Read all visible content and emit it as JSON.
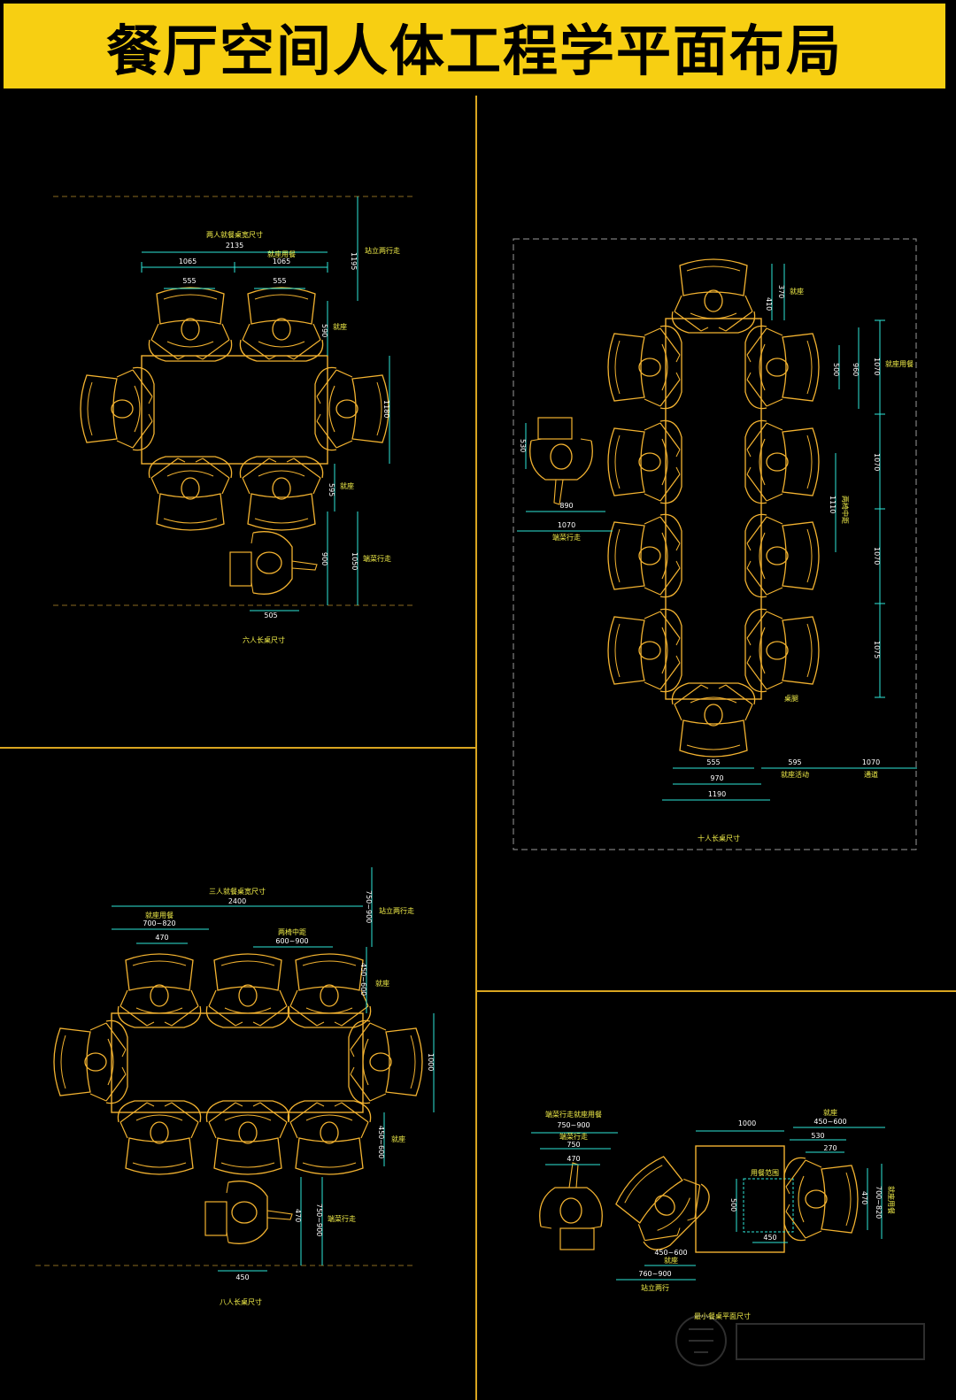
{
  "title": "餐厅空间人体工程学平面布局",
  "colors": {
    "title_bg": "#f7cf12",
    "line": "#f2b230",
    "dim": "#2ee6d9",
    "label": "#f5f14a",
    "dim_text": "#ffffff",
    "divider": "#d9a520"
  },
  "panels": {
    "six": {
      "caption": "六人长桌尺寸",
      "overall_label": "两人就餐桌宽尺寸",
      "overall": "2135",
      "half_left": "1065",
      "half_right": "1065",
      "half_label": "就座用餐",
      "seat_left": "555",
      "seat_right": "555",
      "right_top": "1195",
      "right_top_label": "站立两行走",
      "right_seat": "590",
      "right_seat_label": "就座",
      "table_depth": "1180",
      "right_lower": "595",
      "right_lower_label": "就座",
      "walk": "900",
      "walk_total": "1050",
      "walk_label": "端菜行走",
      "bottom_walk": "505"
    },
    "ten": {
      "caption": "十人长桌尺寸",
      "top_a": "410",
      "top_b": "370",
      "top_label": "就座",
      "r1": "1070",
      "r1_label": "就座用餐",
      "r1_inner_a": "500",
      "r1_inner_b": "960",
      "r2": "1070",
      "r3": "1070",
      "r3_inner": "1110",
      "r3_inner_label": "两椅中距",
      "r4": "1075",
      "end_label": "桌腿",
      "left_walk_a": "530",
      "left_walk_b": "890",
      "left_walk_total": "1070",
      "left_walk_label": "端菜行走",
      "b1": "555",
      "b2": "970",
      "b3": "1190",
      "b4": "595",
      "b4_label": "就座活动",
      "b5": "1070",
      "b5_label": "通道"
    },
    "eight": {
      "caption": "八人长桌尺寸",
      "overall_label": "三人就餐桌宽尺寸",
      "overall": "2400",
      "seat_label": "就座用餐",
      "seat_range": "700~820",
      "seat_width": "470",
      "chair_spacing_label": "两椅中距",
      "chair_spacing": "600~900",
      "right_top": "750~900",
      "right_top_label": "站立两行走",
      "right_seat": "450~600",
      "right_seat_label": "就座",
      "table_depth": "1000",
      "right_lower": "450~600",
      "right_lower_label": "就座",
      "walk_a": "470",
      "walk_b": "750~900",
      "walk_label": "端菜行走",
      "bottom_walk": "450"
    },
    "small": {
      "caption": "最小餐桌平面尺寸",
      "label_a": "端菜行走就座用餐",
      "range_a": "750~900",
      "label_b": "端菜行走",
      "dim_b": "750",
      "dim_c": "470",
      "table_width": "1000",
      "dim_d_label": "就座",
      "dim_d": "450~600",
      "dim_e": "530",
      "dim_f": "270",
      "table_label": "用餐范围",
      "dim_g": "500",
      "dim_h": "470",
      "dim_i": "700~820",
      "dim_i_label": "就座用餐",
      "dim_j": "450",
      "dim_k": "450~600",
      "dim_k_label": "就座",
      "dim_l": "760~900",
      "dim_l_label": "站立两行"
    }
  }
}
